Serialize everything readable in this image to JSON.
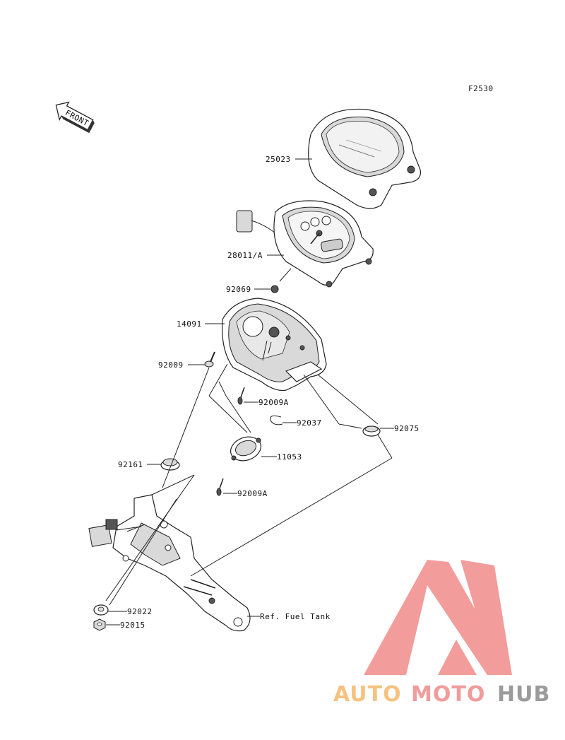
{
  "figure_code": "F2530",
  "front_label": "FRONT",
  "parts": [
    {
      "id": "p25023",
      "number": "25023"
    },
    {
      "id": "p28011",
      "number": "28011/A"
    },
    {
      "id": "p92069",
      "number": "92069"
    },
    {
      "id": "p14091",
      "number": "14091"
    },
    {
      "id": "p92009",
      "number": "92009"
    },
    {
      "id": "p92009a1",
      "number": "92009A"
    },
    {
      "id": "p92037",
      "number": "92037"
    },
    {
      "id": "p92075",
      "number": "92075"
    },
    {
      "id": "p92161",
      "number": "92161"
    },
    {
      "id": "p11053",
      "number": "11053"
    },
    {
      "id": "p92009a2",
      "number": "92009A"
    },
    {
      "id": "p92022",
      "number": "92022"
    },
    {
      "id": "p92015",
      "number": "92015"
    }
  ],
  "ref_label": "Ref. Fuel Tank",
  "watermark": {
    "part1": "AUTO",
    "part2": "MOTO",
    "part3": "HUB",
    "colors": {
      "auto": "#f5b86b",
      "moto": "#f08a8a",
      "hub": "#8a8a8a",
      "logo": "#f28b8b"
    }
  }
}
